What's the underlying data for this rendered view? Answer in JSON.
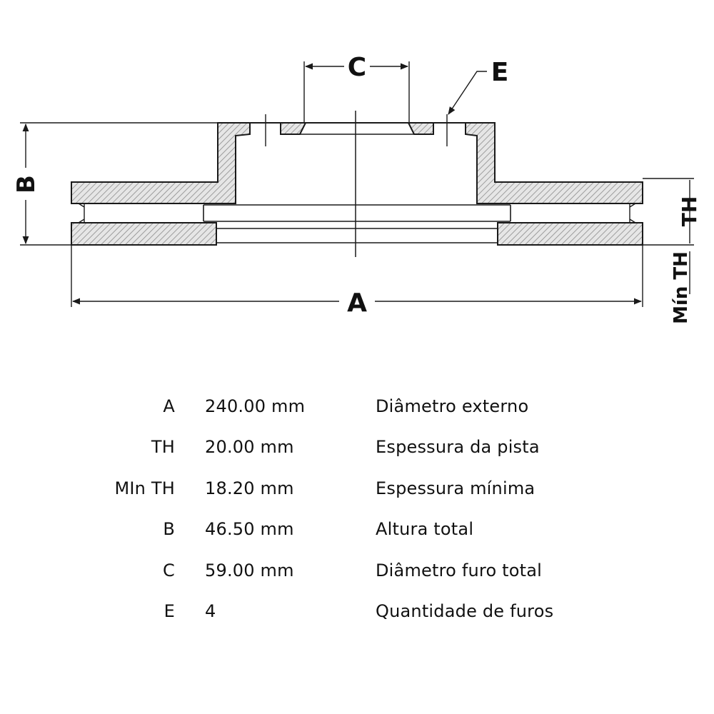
{
  "diagram": {
    "labels": {
      "a": "A",
      "b": "B",
      "c": "C",
      "e": "E",
      "th": "TH",
      "min_th": "Mín TH"
    },
    "colors": {
      "line": "#1a1a1a",
      "hatch": "#8c8c8c",
      "fill": "#e6e6e6"
    }
  },
  "specs": [
    {
      "code": "A",
      "value": "240.00 mm",
      "description": "Diâmetro externo"
    },
    {
      "code": "TH",
      "value": "20.00 mm",
      "description": "Espessura da pista"
    },
    {
      "code": "MIn TH",
      "value": "18.20 mm",
      "description": "Espessura mínima"
    },
    {
      "code": "B",
      "value": "46.50 mm",
      "description": "Altura total"
    },
    {
      "code": "C",
      "value": "59.00 mm",
      "description": "Diâmetro furo total"
    },
    {
      "code": "E",
      "value": "4",
      "description": "Quantidade de furos"
    }
  ]
}
